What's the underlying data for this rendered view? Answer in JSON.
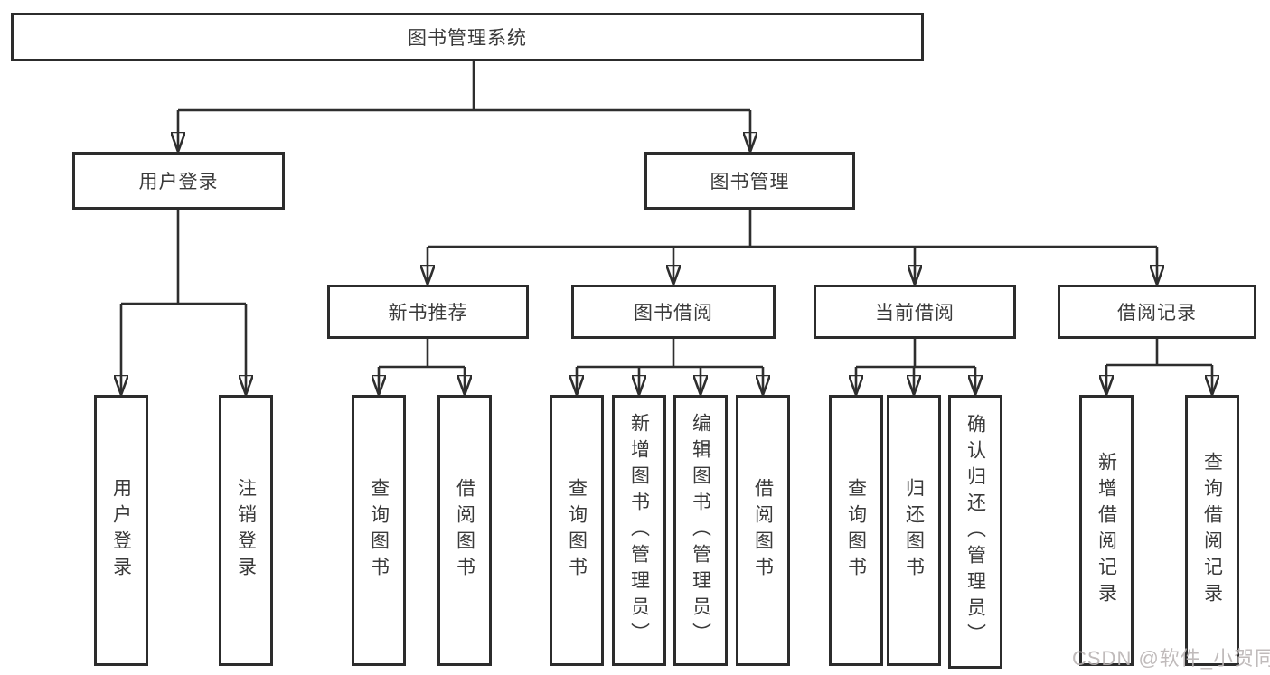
{
  "diagram": {
    "title_node": "图书管理系统",
    "level2": {
      "user_login": "用户登录",
      "book_management": "图书管理"
    },
    "level3": {
      "new_book_recommend": "新书推荐",
      "book_borrowing": "图书借阅",
      "current_borrowing": "当前借阅",
      "borrowing_records": "借阅记录"
    },
    "leaves": {
      "user_login": "用户登录",
      "logout": "注销登录",
      "recommend_query_books": "查询图书",
      "recommend_borrow_books": "借阅图书",
      "borrowing_query_books": "查询图书",
      "borrowing_add_books_admin": "新增图书（管理员）",
      "borrowing_edit_books_admin": "编辑图书（管理员）",
      "borrowing_borrow_books": "借阅图书",
      "current_query_books": "查询图书",
      "current_return_books": "归还图书",
      "current_confirm_return_admin": "确认归还（管理员）",
      "records_add_record": "新增借阅记录",
      "records_query_record": "查询借阅记录"
    },
    "colors": {
      "line": "#2e2e2e",
      "text": "#3a3a3a",
      "background": "#ffffff",
      "watermark_text": "#b9b4b4"
    }
  },
  "watermark": "CSDN @软件_小贺同学"
}
